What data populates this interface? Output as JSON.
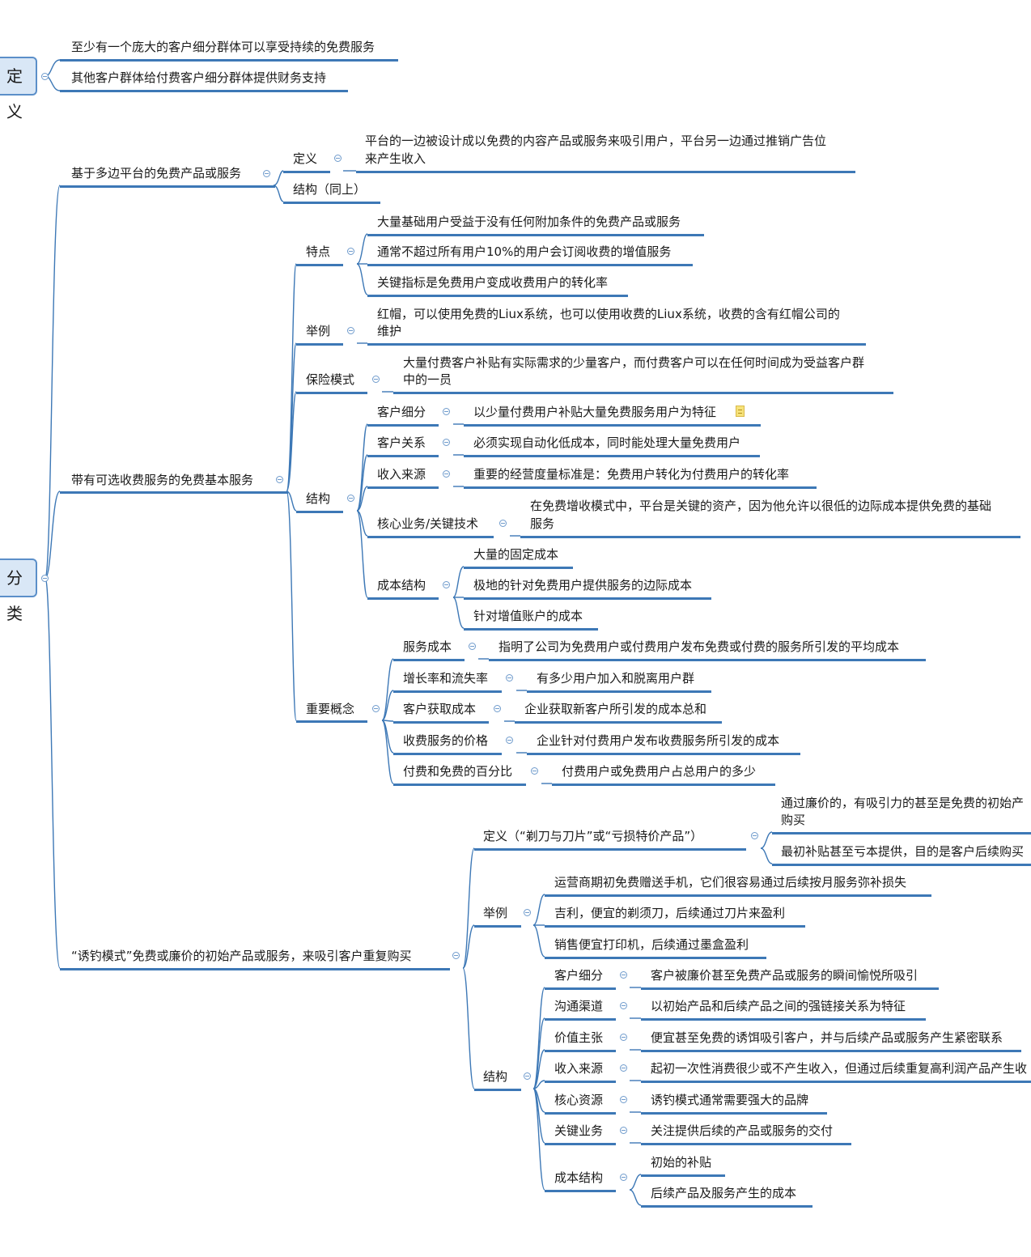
{
  "nodes": {
    "root_def": "定义",
    "root_cls": "分类",
    "def_1": "至少有一个庞大的客户细分群体可以享受持续的免费服务",
    "def_2": "其他客户群体给付费客户细分群体提供财务支持",
    "b1": "基于多边平台的免费产品或服务",
    "b1_def": "定义",
    "b1_def_text_1": "平台的一边被设计成以免费的内容产品或服务来吸引用户，平台另一边通过推销广告位",
    "b1_def_text_2": "来产生收入",
    "b1_struct": "结构（同上）",
    "b2": "带有可选收费服务的免费基本服务",
    "b2_feat": "特点",
    "b2_feat_1": "大量基础用户受益于没有任何附加条件的免费产品或服务",
    "b2_feat_2": "通常不超过所有用户10%的用户会订阅收费的增值服务",
    "b2_feat_3": "关键指标是免费用户变成收费用户的转化率",
    "b2_ex": "举例",
    "b2_ex_1": "红帽，可以使用免费的Liux系统，也可以使用收费的Liux系统，收费的含有红帽公司的",
    "b2_ex_2": "维护",
    "b2_ins": "保险模式",
    "b2_ins_1": "大量付费客户补贴有实际需求的少量客户，而付费客户可以在任何时间成为受益客户群",
    "b2_ins_2": "中的一员",
    "b2_struct": "结构",
    "s_seg": "客户细分",
    "s_seg_v": "以少量付费用户补贴大量免费服务用户为特征",
    "s_rel": "客户关系",
    "s_rel_v": "必须实现自动化低成本，同时能处理大量免费用户",
    "s_rev": "收入来源",
    "s_rev_v": "重要的经营度量标准是：免费用户转化为付费用户的转化率",
    "s_core": "核心业务/关键技术",
    "s_core_v1": "在免费增收模式中，平台是关键的资产，因为他允许以很低的边际成本提供免费的基础",
    "s_core_v2": "服务",
    "s_cost": "成本结构",
    "s_cost_1": "大量的固定成本",
    "s_cost_2": "极地的针对免费用户提供服务的边际成本",
    "s_cost_3": "针对增值账户的成本",
    "b2_concept": "重要概念",
    "k_sc": "服务成本",
    "k_sc_v": "指明了公司为免费用户或付费用户发布免费或付费的服务所引发的平均成本",
    "k_gr": "增长率和流失率",
    "k_gr_v": "有多少用户加入和脱离用户群",
    "k_ac": "客户获取成本",
    "k_ac_v": "企业获取新客户所引发的成本总和",
    "k_pr": "收费服务的价格",
    "k_pr_v": "企业针对付费用户发布收费服务所引发的成本",
    "k_pct": "付费和免费的百分比",
    "k_pct_v": "付费用户或免费用户占总用户的多少",
    "b3": "“诱钓模式”免费或廉价的初始产品或服务，来吸引客户重复购买",
    "b3_def": "定义（“剃刀与刀片”或“亏损特价产品”）",
    "b3_def_1a": "通过廉价的，有吸引力的甚至是免费的初始产",
    "b3_def_1b": "购买",
    "b3_def_2": "最初补贴甚至亏本提供，目的是客户后续购买",
    "b3_ex": "举例",
    "b3_ex_1": "运营商期初免费赠送手机，它们很容易通过后续按月服务弥补损失",
    "b3_ex_2": "吉利，便宜的剃须刀，后续通过刀片来盈利",
    "b3_ex_3": "销售便宜打印机，后续通过墨盒盈利",
    "b3_struct": "结构",
    "t_seg": "客户细分",
    "t_seg_v": "客户被廉价甚至免费产品或服务的瞬间愉悦所吸引",
    "t_ch": "沟通渠道",
    "t_ch_v": "以初始产品和后续产品之间的强链接关系为特征",
    "t_val": "价值主张",
    "t_val_v": "便宜甚至免费的诱饵吸引客户，并与后续产品或服务产生紧密联系",
    "t_rev": "收入来源",
    "t_rev_v": "起初一次性消费很少或不产生收入，但通过后续重复高利润产品产生收",
    "t_res": "核心资源",
    "t_res_v": "诱钓模式通常需要强大的品牌",
    "t_key": "关键业务",
    "t_key_v": "关注提供后续的产品或服务的交付",
    "t_cost": "成本结构",
    "t_cost_1": "初始的补贴",
    "t_cost_2": "后续产品及服务产生的成本"
  },
  "colors": {
    "line": "#3d78b6",
    "root_fill": "#d9e7f6",
    "root_border": "#5b8fc9"
  },
  "icons": {
    "collapse": "collapse-circle-icon",
    "note": "note-icon"
  }
}
